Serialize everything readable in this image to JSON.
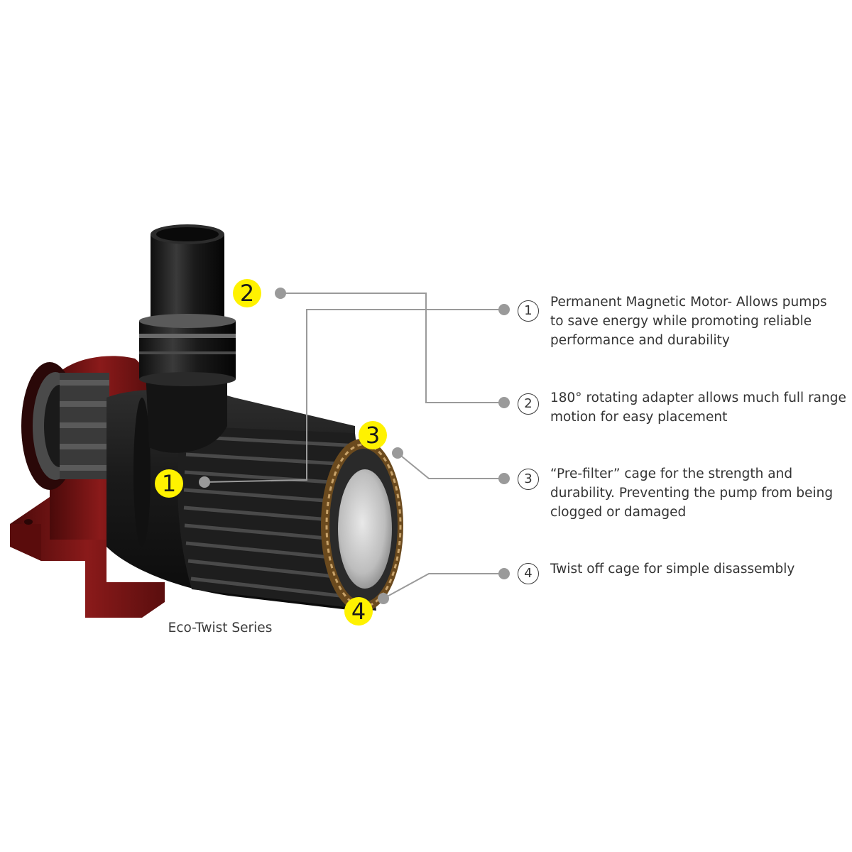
{
  "caption": "Eco-Twist Series",
  "colors": {
    "marker_fill": "#fff200",
    "leader_line": "#9a9a9a",
    "pump_body": "#1c1c1c",
    "bracket": "#7a1414",
    "text": "#333333"
  },
  "markers": [
    {
      "label": "1"
    },
    {
      "label": "2"
    },
    {
      "label": "3"
    },
    {
      "label": "4"
    }
  ],
  "callouts": [
    {
      "number": "1",
      "text": "Permanent Magnetic Motor-  Allows pumps\nto save energy  while promoting reliable\nperformance and durability"
    },
    {
      "number": "2",
      "text": "180° rotating adapter allows much full range\nmotion for easy placement"
    },
    {
      "number": "3",
      "text": "“Pre-filter” cage for the strength and\ndurability.  Preventing the pump from being\nclogged or damaged"
    },
    {
      "number": "4",
      "text": "Twist off cage for simple disassembly"
    }
  ]
}
